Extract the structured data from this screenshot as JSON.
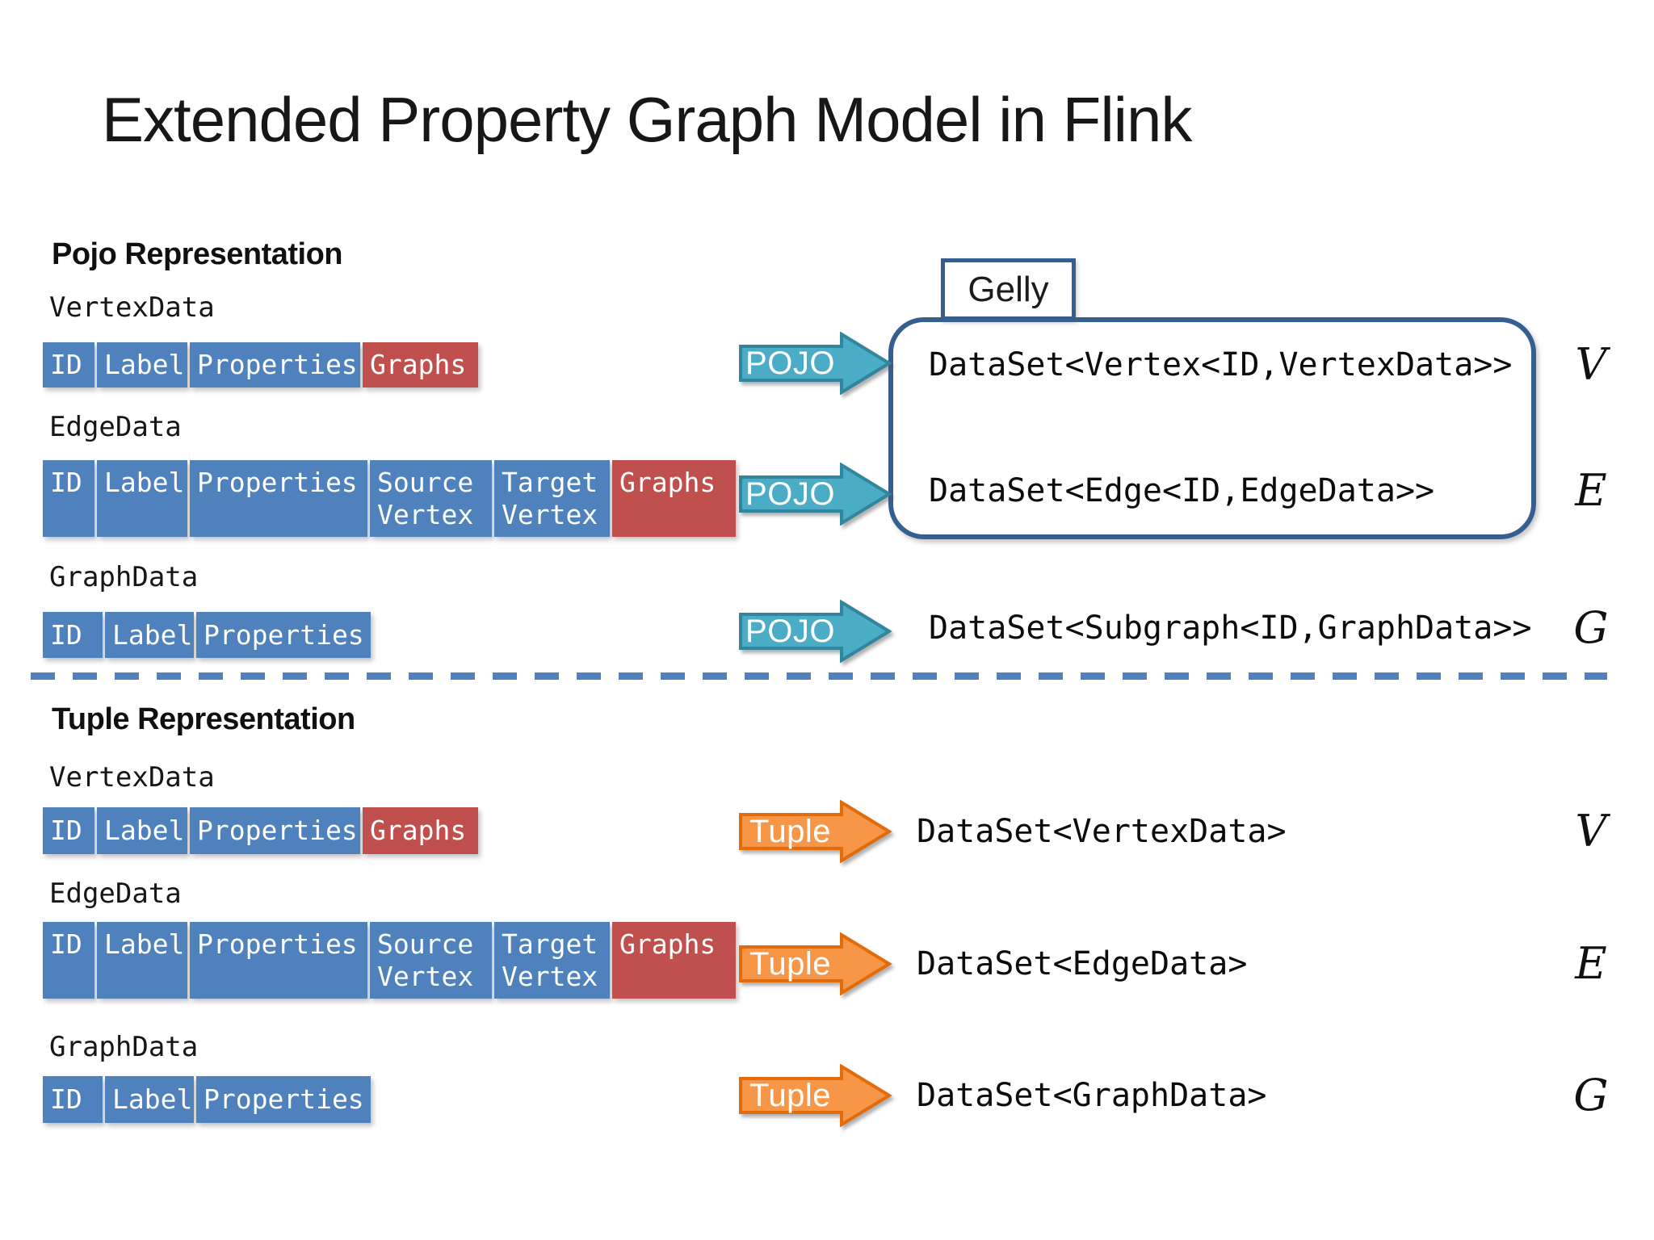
{
  "title": "Extended Property Graph Model in Flink",
  "theme": {
    "table_blue": "#4F81BD",
    "table_red": "#C0504D",
    "pojo_arrow_fill": "#4BACC6",
    "pojo_arrow_border": "#31859C",
    "tuple_arrow_fill": "#F79646",
    "tuple_arrow_border": "#E36C0A",
    "box_border_blue": "#365F91",
    "divider_blue": "#4F81BD",
    "background": "#FFFFFF"
  },
  "pojo": {
    "heading": "Pojo Representation",
    "arrow_label": "POJO",
    "gelly": "Gelly",
    "vertex_label": "VertexData",
    "vertex_cells": [
      "ID",
      "Label",
      "Properties",
      "Graphs"
    ],
    "edge_label": "EdgeData",
    "edge_cells": [
      "ID",
      "Label",
      "Properties",
      "Source Vertex",
      "Target Vertex",
      "Graphs"
    ],
    "graph_label": "GraphData",
    "graph_cells": [
      "ID",
      "Label",
      "Properties"
    ],
    "lines": [
      {
        "code": "DataSet<Vertex<ID,VertexData>>",
        "set": "V"
      },
      {
        "code": "DataSet<Edge<ID,EdgeData>>",
        "set": "E"
      },
      {
        "code": "DataSet<Subgraph<ID,GraphData>>",
        "set": "G"
      }
    ]
  },
  "tuple": {
    "heading": "Tuple Representation",
    "arrow_label": "Tuple",
    "vertex_label": "VertexData",
    "vertex_cells": [
      "ID",
      "Label",
      "Properties",
      "Graphs"
    ],
    "edge_label": "EdgeData",
    "edge_cells": [
      "ID",
      "Label",
      "Properties",
      "Source Vertex",
      "Target Vertex",
      "Graphs"
    ],
    "graph_label": "GraphData",
    "graph_cells": [
      "ID",
      "Label",
      "Properties"
    ],
    "lines": [
      {
        "code": "DataSet<VertexData>",
        "set": "V"
      },
      {
        "code": "DataSet<EdgeData>",
        "set": "E"
      },
      {
        "code": "DataSet<GraphData>",
        "set": "G"
      }
    ]
  }
}
